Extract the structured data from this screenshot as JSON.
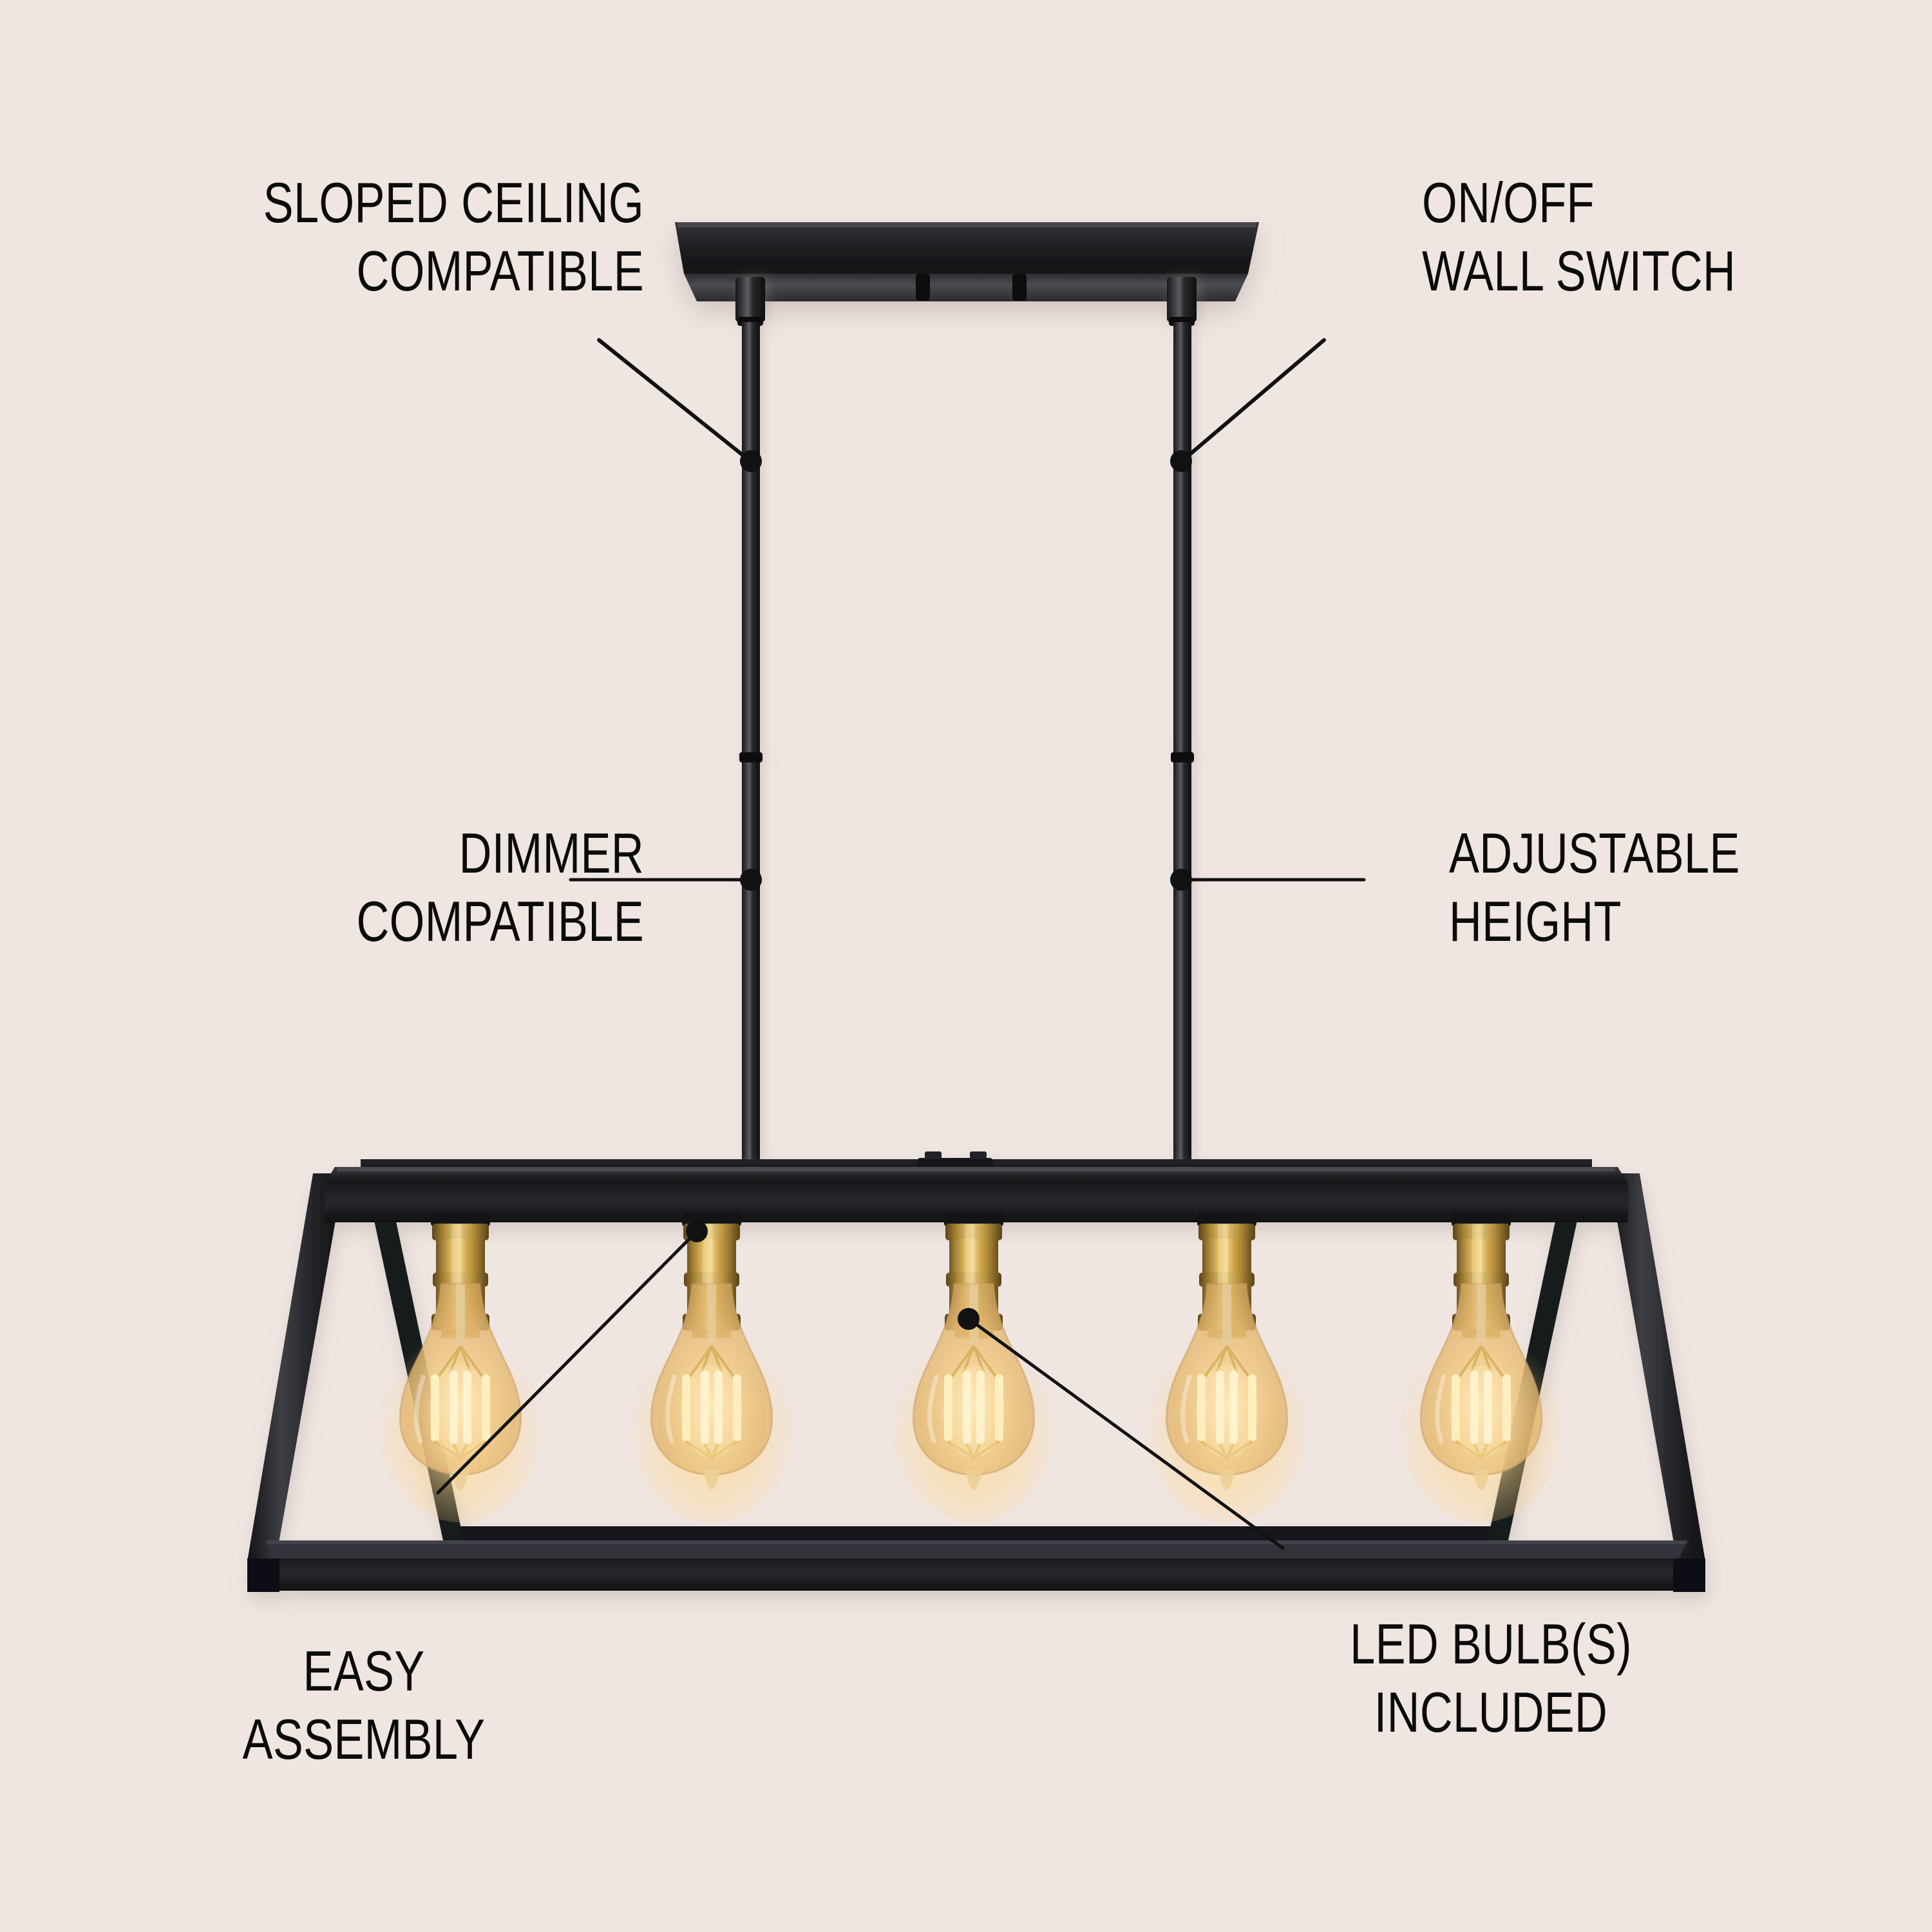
{
  "meta": {
    "subject": "5-light linear cage pendant chandelier",
    "background_color": "#efe6e2",
    "text_color": "#0b0b0b",
    "frame_color": "#1b1b1b",
    "socket_brass_color": "#c9a24a",
    "bulb_glass_color": "#e8c48a",
    "bulb_filament_color": "#ffd27a",
    "leader_line_color": "#111111"
  },
  "callouts": [
    {
      "id": "sloped",
      "label": "SLOPED CEILING\nCOMPATIBLE",
      "side": "left",
      "target": "left-downrod-upper"
    },
    {
      "id": "onoff",
      "label": "ON/OFF\nWALL SWITCH",
      "side": "right",
      "target": "right-downrod-upper"
    },
    {
      "id": "dimmer",
      "label": "DIMMER\nCOMPATIBLE",
      "side": "left",
      "target": "left-downrod-mid"
    },
    {
      "id": "adjustable",
      "label": "ADJUSTABLE\nHEIGHT",
      "side": "right",
      "target": "right-downrod-mid"
    },
    {
      "id": "easy",
      "label": "EASY\nASSEMBLY",
      "side": "left",
      "target": "socket-2"
    },
    {
      "id": "led",
      "label": "LED BULB(S)\nINCLUDED",
      "side": "right",
      "target": "bulb-3"
    }
  ],
  "fixture": {
    "canopy": {
      "name": "rectangular-ceiling-canopy",
      "knockout_count": 2
    },
    "downrods": [
      {
        "name": "left-downrod",
        "segments": 3
      },
      {
        "name": "right-downrod",
        "segments": 3
      }
    ],
    "cage": {
      "name": "open-trapezoid-cage-frame",
      "shape": "trapezoid"
    },
    "bulb_count": 5,
    "socket_count": 5,
    "bulb_style": "ST64 Edison amber LED filament"
  }
}
